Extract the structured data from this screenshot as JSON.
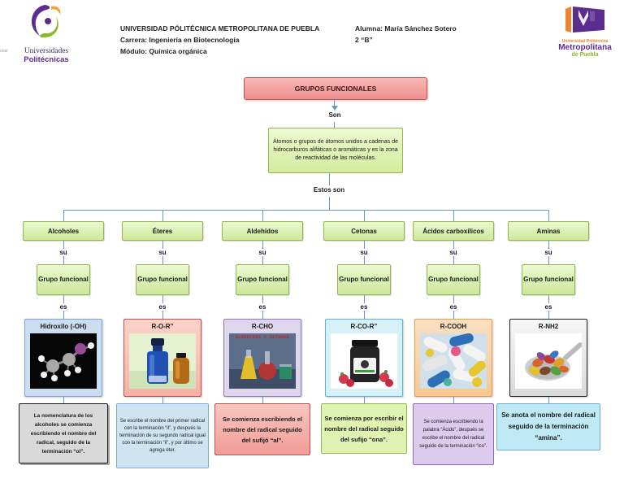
{
  "header": {
    "left_logo": {
      "fragment": "onal",
      "line1": "Universidades",
      "line2": "Politécnicas"
    },
    "university": "UNIVERSIDAD PÓLITÉCNICA METROPOLITANA DE PUEBLA",
    "career": "Carrera: Ingeniería en Biotecnología",
    "module": "Módulo: Química orgánica",
    "student": "Alumna: María Sánchez Sotero",
    "group": "2 “B”",
    "right_logo": {
      "line1": "Universidad Politécnica",
      "line2": "Metropolitana",
      "line3": "de Puebla"
    }
  },
  "diagram": {
    "root": "GRUPOS FUNCIONALES",
    "son_label": "Son",
    "definition": "Átomos o grupos de átomos unidos a cadenas de hidrocarburos alifáticas o aromáticas y es la zona de reactividad de las moléculas.",
    "estos_son_label": "Estos son",
    "su_label": "su",
    "es_label": "es",
    "grupo_funcional_label": "Grupo funcional",
    "branches": [
      {
        "name": "Alcoholes",
        "formula": "Hidroxilo (-OH)",
        "image": "molecule-model",
        "description": "La nomenclatura de los alcoholes se comienza escribiendo el nombre del radical, seguido de la terminación “ol”."
      },
      {
        "name": "Éteres",
        "formula": "R-O-R”",
        "image": "bottles",
        "description": "Se escribe el nombre del primer radical con la terminación “il”, y después la terminación de su segundo radical igual con la terminación “il”, y por último se agrega éter."
      },
      {
        "name": "Aldehídos",
        "formula": "R-CHO",
        "image": "lab-glassware",
        "image_caption": "ALDEHIDOS Y CETONAS",
        "description": "Se comienza escribiendo el nombre del radical seguido del sufijó “al”."
      },
      {
        "name": "Cetonas",
        "formula": "R-CO-R”",
        "image": "supplement-jar",
        "description": "Se comienza por escribir el nombre del radical seguido del sufijo “ona”."
      },
      {
        "name": "Ácidos carboxílicos",
        "formula": "R-COOH",
        "image": "pills",
        "description": "Se comienza escribiendo la palabra “Ácido”, después se escribe el nombre del radical seguido de la terminación “ico”."
      },
      {
        "name": "Aminas",
        "formula": "R-NH2",
        "image": "spoon-of-pills",
        "description": "Se anota el nombre del radical seguido de la terminación “amina”."
      }
    ],
    "colors": {
      "root_fill": "#f3a3a0",
      "root_border": "#c0504d",
      "green_fill": "#def2ad",
      "green_border": "#94b64e",
      "connector_blue": "#6b96c8",
      "brand_purple": "#5b2d8e",
      "brand_green": "#8cb82b",
      "brand_orange": "#e8832c"
    }
  }
}
